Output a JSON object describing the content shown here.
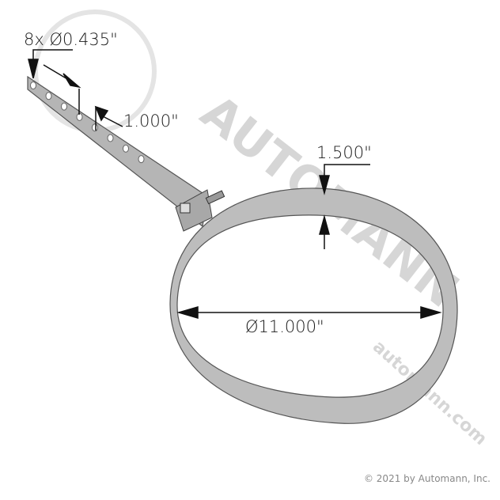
{
  "watermark": {
    "brand": "AUTOMANN",
    "url": "automann.com"
  },
  "dimensions": {
    "hole_spec": "8x Ø0.435\"",
    "hole_spacing": "1.000\"",
    "band_width": "1.500\"",
    "diameter": "Ø11.000\""
  },
  "copyright": "© 2021 by Automann, Inc.",
  "colors": {
    "metal": "#b9b9b9",
    "metal_edge": "#555555",
    "watermark": "#d6d6d6"
  }
}
